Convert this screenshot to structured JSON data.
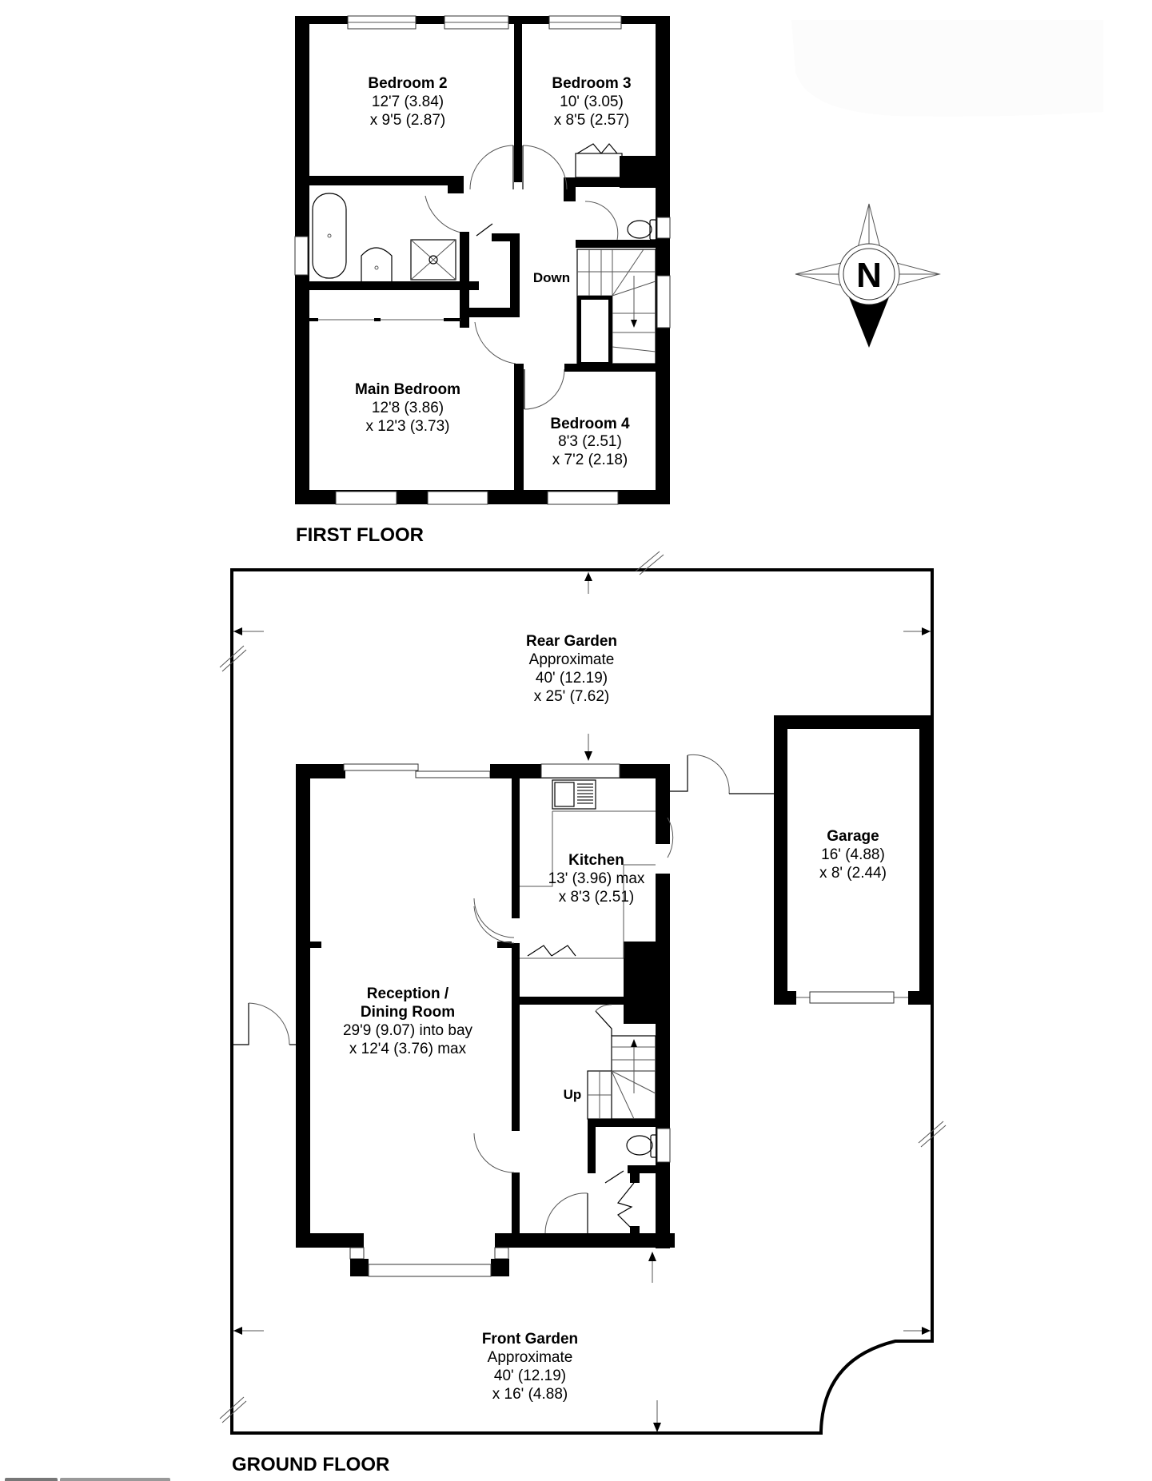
{
  "first_floor": {
    "label": "FIRST FLOOR",
    "rooms": [
      {
        "name": "Bedroom 2",
        "dim1": "12'7 (3.84)",
        "dim2": "x 9'5 (2.87)"
      },
      {
        "name": "Bedroom 3",
        "dim1": "10' (3.05)",
        "dim2": "x 8'5 (2.57)"
      },
      {
        "name": "Main Bedroom",
        "dim1": "12'8 (3.86)",
        "dim2": "x 12'3 (3.73)"
      },
      {
        "name": "Bedroom 4",
        "dim1": "8'3 (2.51)",
        "dim2": "x 7'2 (2.18)"
      }
    ],
    "stairs_label": "Down"
  },
  "ground_floor": {
    "label": "GROUND FLOOR",
    "rooms": [
      {
        "name": "Kitchen",
        "dim1": "13' (3.96) max",
        "dim2": "x 8'3 (2.51)"
      },
      {
        "name": "Reception /",
        "name2": "Dining Room",
        "dim1": "29'9 (9.07) into bay",
        "dim2": "x 12'4 (3.76) max"
      },
      {
        "name": "Garage",
        "dim1": "16' (4.88)",
        "dim2": "x 8' (2.44)"
      }
    ],
    "stairs_label": "Up",
    "gardens": [
      {
        "name": "Rear Garden",
        "note": "Approximate",
        "dim1": "40' (12.19)",
        "dim2": "x 25' (7.62)"
      },
      {
        "name": "Front Garden",
        "note": "Approximate",
        "dim1": "40' (12.19)",
        "dim2": "x 16' (4.88)"
      }
    ]
  },
  "compass": {
    "letter": "N"
  },
  "colors": {
    "wall": "#000000",
    "background": "#ffffff"
  }
}
